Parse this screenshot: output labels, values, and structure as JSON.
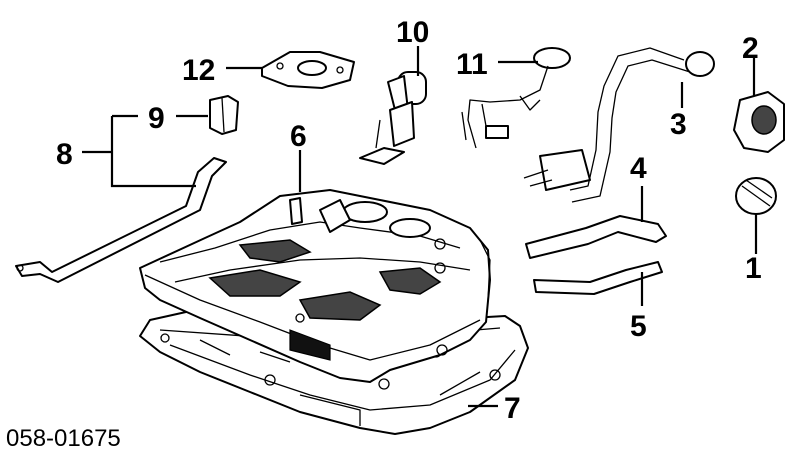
{
  "diagram": {
    "part_code": "058-01675",
    "callouts": [
      {
        "id": "1",
        "label": "1"
      },
      {
        "id": "2",
        "label": "2"
      },
      {
        "id": "3",
        "label": "3"
      },
      {
        "id": "4",
        "label": "4"
      },
      {
        "id": "5",
        "label": "5"
      },
      {
        "id": "6",
        "label": "6"
      },
      {
        "id": "7",
        "label": "7"
      },
      {
        "id": "8",
        "label": "8"
      },
      {
        "id": "9",
        "label": "9"
      },
      {
        "id": "10",
        "label": "10"
      },
      {
        "id": "11",
        "label": "11"
      },
      {
        "id": "12",
        "label": "12"
      }
    ]
  }
}
